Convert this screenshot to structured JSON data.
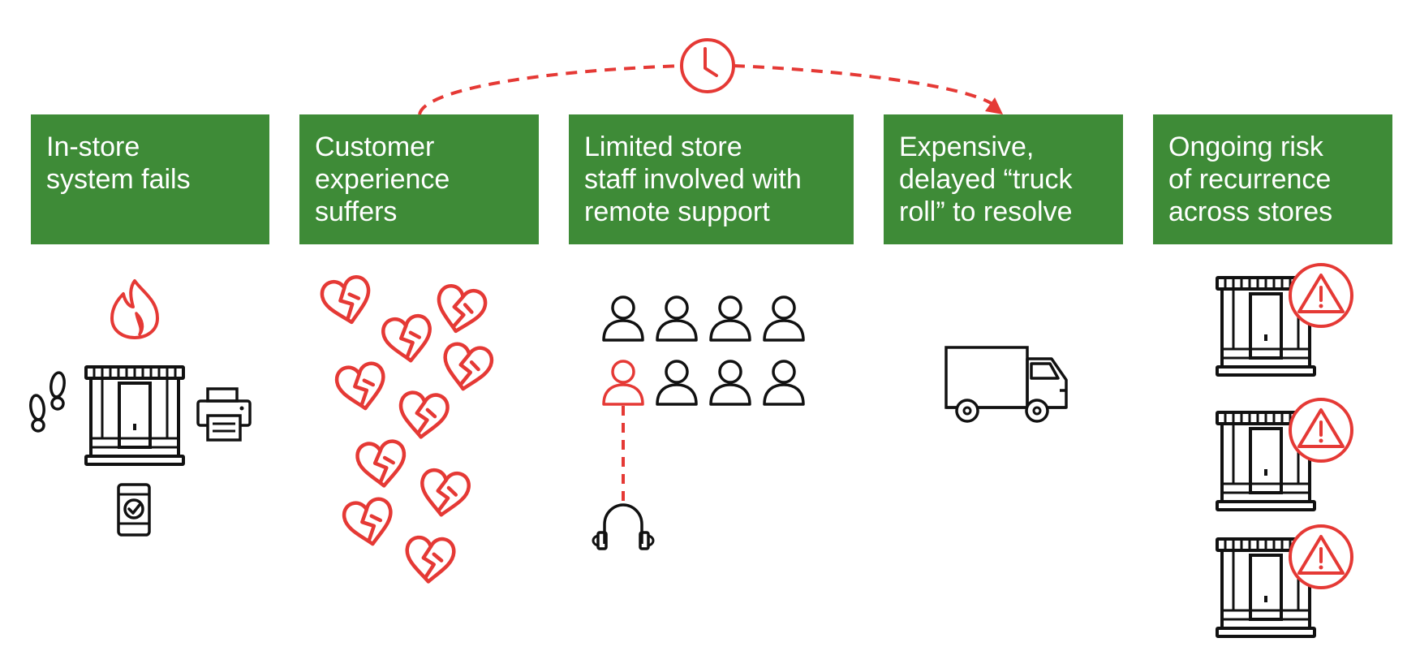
{
  "colors": {
    "box": "#3e8b37",
    "accent": "#e53935",
    "ink": "#111111"
  },
  "steps": [
    {
      "label": "In-store\nsystem fails",
      "icons": [
        "flame-icon",
        "footprints-icon",
        "store-icon",
        "printer-icon",
        "mobile-check-icon"
      ]
    },
    {
      "label": "Customer\nexperience\nsuffers",
      "icons": [
        "broken-heart-icon"
      ]
    },
    {
      "label": "Limited store\nstaff involved with\nremote support",
      "icons": [
        "person-icon",
        "headset-icon"
      ]
    },
    {
      "label": "Expensive,\ndelayed “truck\nroll” to resolve",
      "icons": [
        "truck-icon"
      ]
    },
    {
      "label": "Ongoing risk\nof recurrence\nacross stores",
      "icons": [
        "store-icon",
        "warning-icon"
      ]
    }
  ],
  "connector": {
    "icon": "clock-icon",
    "style": "dashed-arrow"
  }
}
